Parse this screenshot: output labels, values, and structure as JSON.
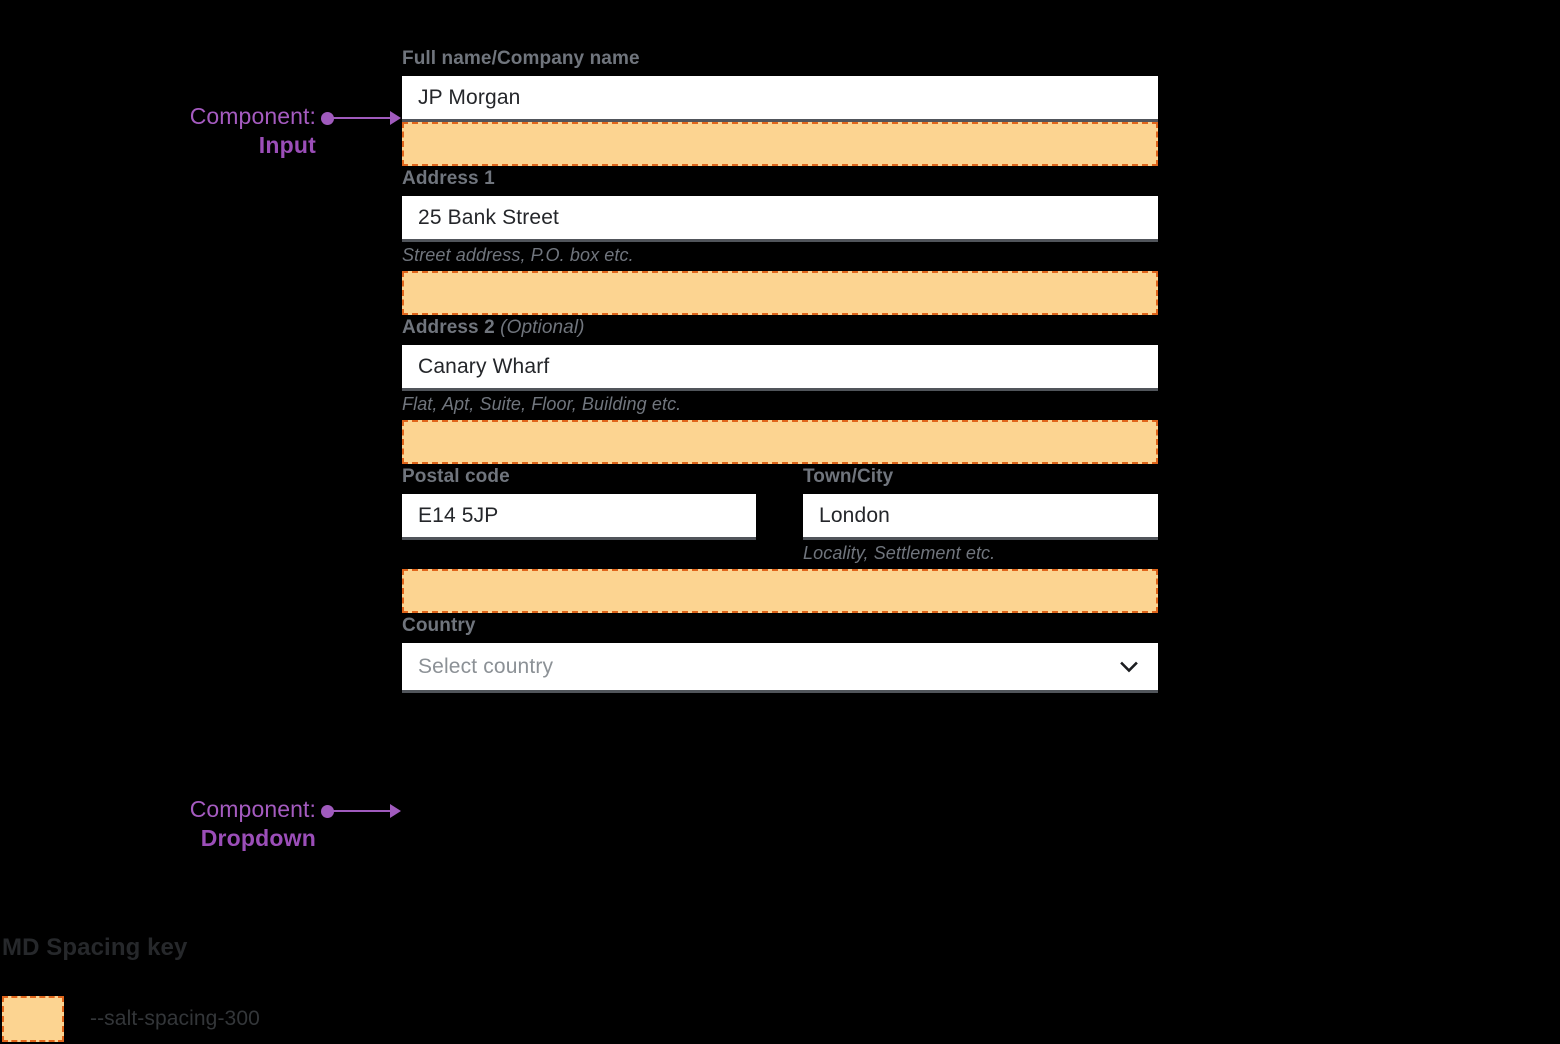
{
  "meta": {
    "background_color": "#000000",
    "accent_purple": "#A05BBD",
    "spacing_fill": "#FCD491",
    "spacing_border": "#E0651B",
    "label_color": "#70757D",
    "input_underline": "#51555B"
  },
  "annotations": [
    {
      "prefix": "Component:",
      "value": "Input",
      "arrow_name": "annotation-arrow-input"
    },
    {
      "prefix": "Component:",
      "value": "Dropdown",
      "arrow_name": "annotation-arrow-dropdown"
    }
  ],
  "form": {
    "fields": {
      "full_name": {
        "label": "Full name/Company name",
        "value": "JP Morgan"
      },
      "address1": {
        "label": "Address 1",
        "value": "25 Bank Street",
        "helper": "Street address, P.O. box etc."
      },
      "address2": {
        "label": "Address 2",
        "label_optional": "(Optional)",
        "value": "Canary Wharf",
        "helper": "Flat, Apt, Suite, Floor, Building etc."
      },
      "postal_code": {
        "label": "Postal code",
        "value": "E14 5JP"
      },
      "town_city": {
        "label": "Town/City",
        "value": "London",
        "helper": "Locality, Settlement etc."
      },
      "country": {
        "label": "Country",
        "placeholder": "Select country",
        "icon": "chevron-down-icon"
      }
    }
  },
  "spacing_key": {
    "title": "MD Spacing key",
    "token": "--salt-spacing-300"
  }
}
